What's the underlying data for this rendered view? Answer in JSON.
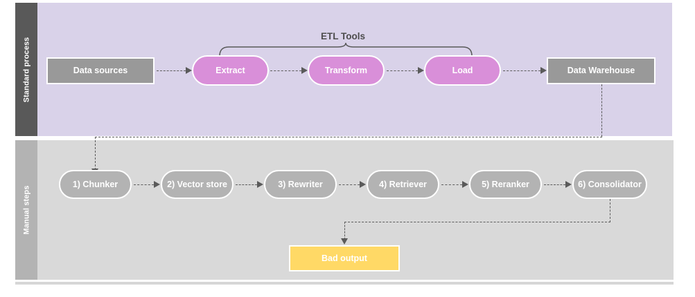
{
  "diagram": {
    "title": "ETL and manual RAG steps flow",
    "colors": {
      "lane_top_label_bg": "#595959",
      "lane_top_body_bg": "#d9d2e9",
      "lane_bottom_label_bg": "#b3b3b3",
      "lane_bottom_body_bg": "#d9d9d9",
      "node_gray": "#999999",
      "node_pill_gray": "#b3b3b3",
      "node_magenta": "#d98fd9",
      "node_yellow": "#ffd966",
      "connector": "#5a5a5a"
    },
    "lanes": [
      {
        "label": "Standard process"
      },
      {
        "label": "Manual steps"
      }
    ],
    "group_labels": [
      {
        "text": "ETL Tools",
        "spans": [
          "Extract",
          "Load"
        ]
      }
    ],
    "standard_process_nodes": [
      {
        "label": "Data sources",
        "shape": "rect",
        "color": "gray"
      },
      {
        "label": "Extract",
        "shape": "pill",
        "color": "magenta"
      },
      {
        "label": "Transform",
        "shape": "pill",
        "color": "magenta"
      },
      {
        "label": "Load",
        "shape": "pill",
        "color": "magenta"
      },
      {
        "label": "Data Warehouse",
        "shape": "rect",
        "color": "gray"
      }
    ],
    "manual_steps_nodes": [
      {
        "label": "1) Chunker",
        "shape": "pill",
        "color": "pillgray"
      },
      {
        "label": "2) Vector store",
        "shape": "pill",
        "color": "pillgray"
      },
      {
        "label": "3) Rewriter",
        "shape": "pill",
        "color": "pillgray"
      },
      {
        "label": "4) Retriever",
        "shape": "pill",
        "color": "pillgray"
      },
      {
        "label": "5) Reranker",
        "shape": "pill",
        "color": "pillgray"
      },
      {
        "label": "6) Consolidator",
        "shape": "pill",
        "color": "pillgray"
      }
    ],
    "output_nodes": [
      {
        "label": "Bad output",
        "shape": "rect",
        "color": "yellow"
      }
    ],
    "edges": [
      {
        "from": "Data sources",
        "to": "Extract",
        "style": "dashed"
      },
      {
        "from": "Extract",
        "to": "Transform",
        "style": "dashed"
      },
      {
        "from": "Transform",
        "to": "Load",
        "style": "dashed"
      },
      {
        "from": "Load",
        "to": "Data Warehouse",
        "style": "dashed"
      },
      {
        "from": "Data Warehouse",
        "to": "1) Chunker",
        "style": "dashed"
      },
      {
        "from": "1) Chunker",
        "to": "2) Vector store",
        "style": "dashed"
      },
      {
        "from": "2) Vector store",
        "to": "3) Rewriter",
        "style": "dashed"
      },
      {
        "from": "3) Rewriter",
        "to": "4) Retriever",
        "style": "dashed"
      },
      {
        "from": "4) Retriever",
        "to": "5) Reranker",
        "style": "dashed"
      },
      {
        "from": "5) Reranker",
        "to": "6) Consolidator",
        "style": "dashed"
      },
      {
        "from": "6) Consolidator",
        "to": "Bad output",
        "style": "dashed"
      }
    ]
  }
}
